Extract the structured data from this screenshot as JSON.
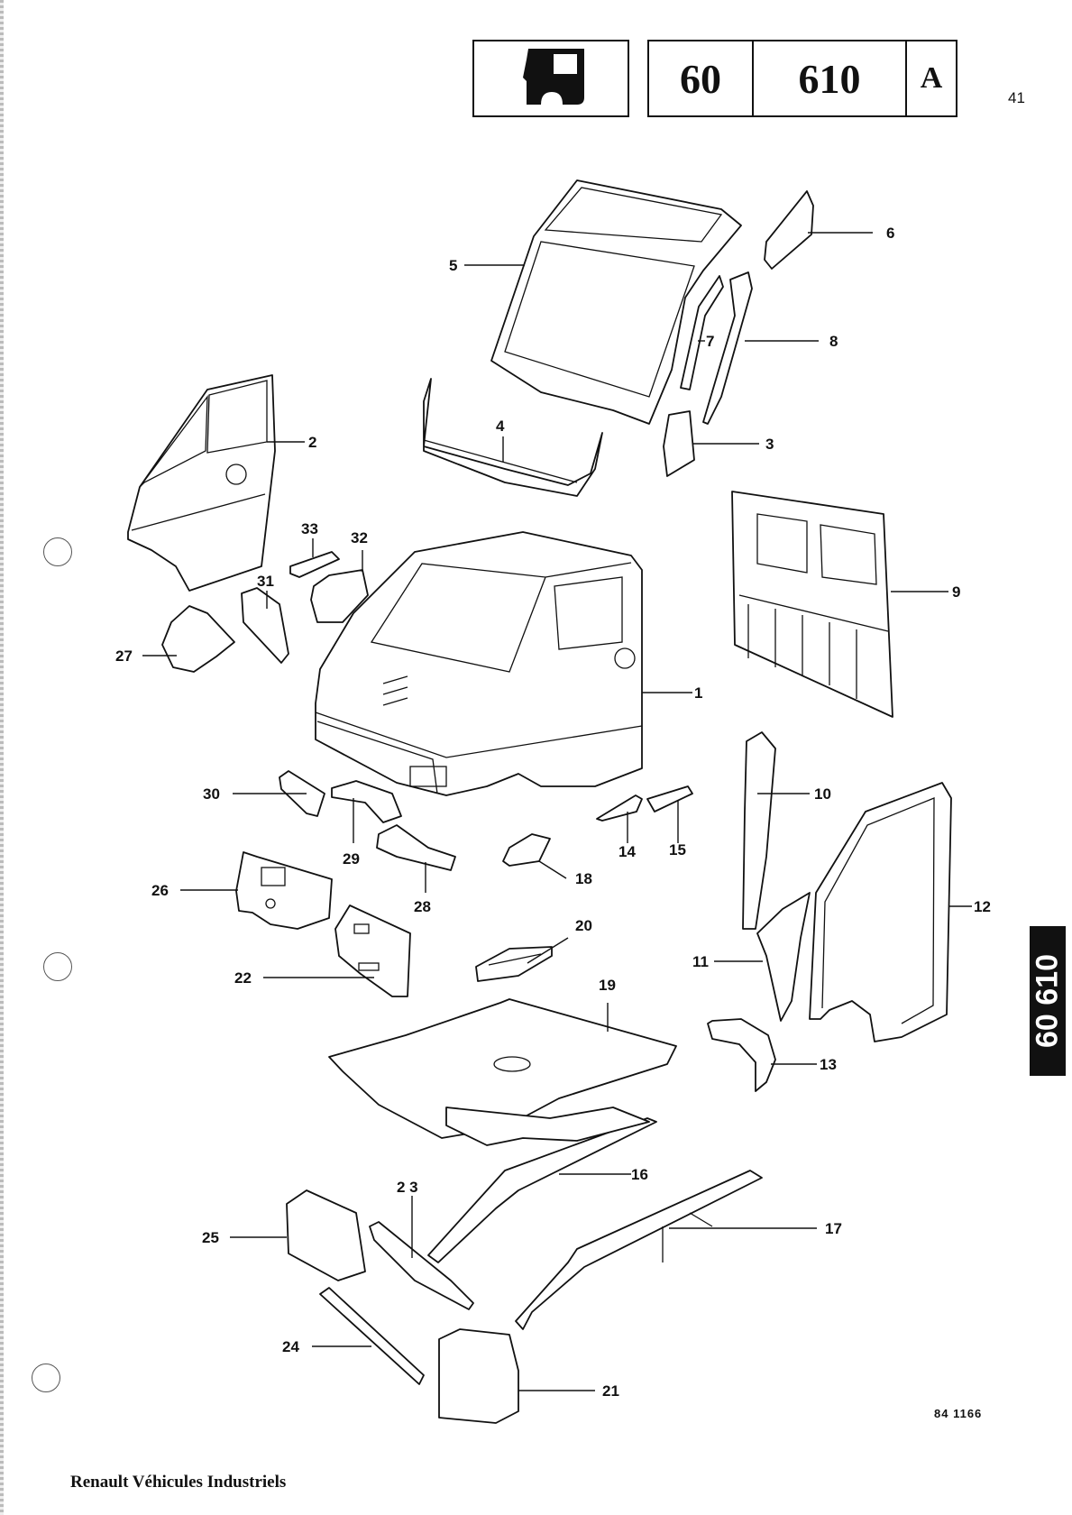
{
  "header": {
    "group": "60",
    "subgroup": "610",
    "variant": "A",
    "page_number": "41"
  },
  "side_tab": "60 610",
  "drawing_reference": "84 1166",
  "footer": "Renault Véhicules Industriels",
  "callouts": {
    "c1": "1",
    "c2": "2",
    "c3": "3",
    "c4": "4",
    "c5": "5",
    "c6": "6",
    "c7": "7",
    "c8": "8",
    "c9": "9",
    "c10": "10",
    "c11": "11",
    "c12": "12",
    "c13": "13",
    "c14": "14",
    "c15": "15",
    "c16": "16",
    "c17": "17",
    "c18": "18",
    "c19": "19",
    "c20": "20",
    "c21": "21",
    "c22": "22",
    "c23": "2 3",
    "c24": "24",
    "c25": "25",
    "c26": "26",
    "c27": "27",
    "c28": "28",
    "c29": "29",
    "c30": "30",
    "c31": "31",
    "c32": "32",
    "c33": "33"
  }
}
